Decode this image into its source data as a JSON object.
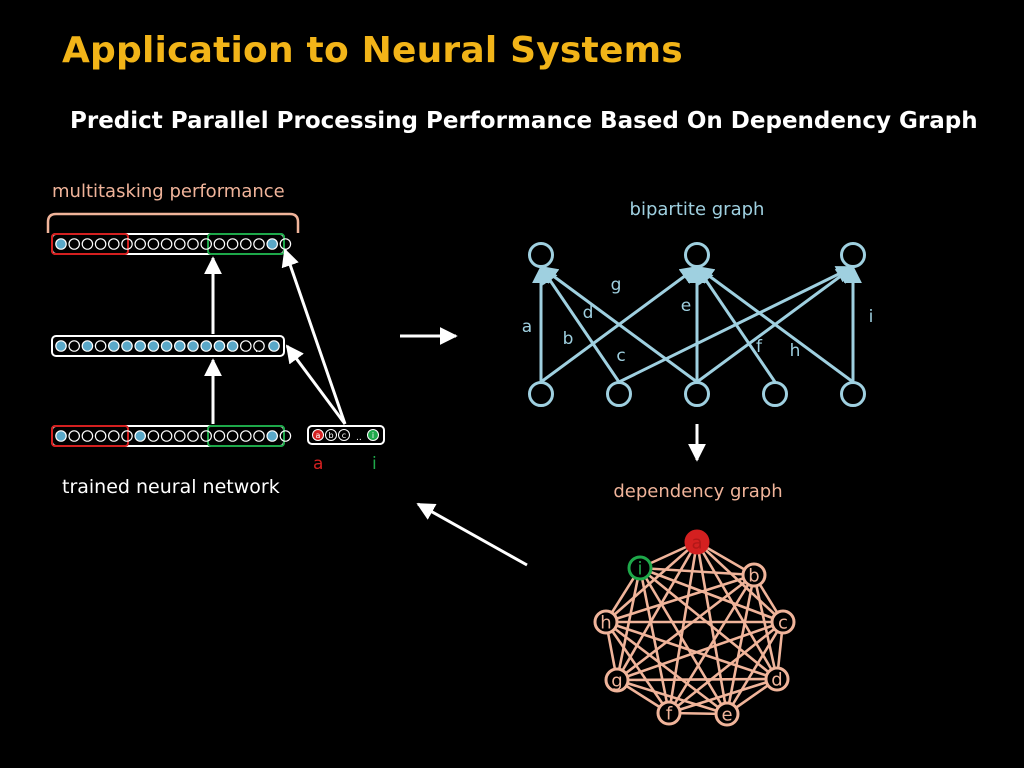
{
  "slide": {
    "title": "Application to Neural Systems",
    "subtitle": "Predict Parallel Processing Performance Based On Dependency Graph"
  },
  "network": {
    "label": "multitasking performance",
    "caption": "trained neural network",
    "ellipsis": "..",
    "input_tags": [
      "a",
      "b",
      "c",
      "i"
    ],
    "task_label_left": "a",
    "task_label_right": "i"
  },
  "bipartite": {
    "label": "bipartite graph",
    "edges": [
      {
        "label": "a",
        "from": 0,
        "to": 0
      },
      {
        "label": "b",
        "from": 1,
        "to": 0
      },
      {
        "label": "c",
        "from": 1,
        "to": 2
      },
      {
        "label": "d",
        "from": 2,
        "to": 0
      },
      {
        "label": "e",
        "from": 2,
        "to": 1
      },
      {
        "label": "f",
        "from": 2,
        "to": 2
      },
      {
        "label": "g",
        "from": 0,
        "to": 1
      },
      {
        "label": "h",
        "from": 3,
        "to": 1
      },
      {
        "label": "i",
        "from": 4,
        "to": 2
      }
    ],
    "extra_edges": [
      {
        "from": 4,
        "to": 1
      }
    ]
  },
  "dependency": {
    "label": "dependency graph",
    "nodes": [
      "a",
      "b",
      "c",
      "d",
      "e",
      "f",
      "g",
      "h",
      "i"
    ],
    "highlight": {
      "a": "#d42020",
      "i": "#1ea84a"
    }
  },
  "colors": {
    "title": "#f2b418",
    "graph_blue": "#9fd0e0",
    "dep_salmon": "#f0b49a",
    "red": "#d42020",
    "green": "#1ea84a",
    "unit_fill": "#5aa8c8"
  }
}
